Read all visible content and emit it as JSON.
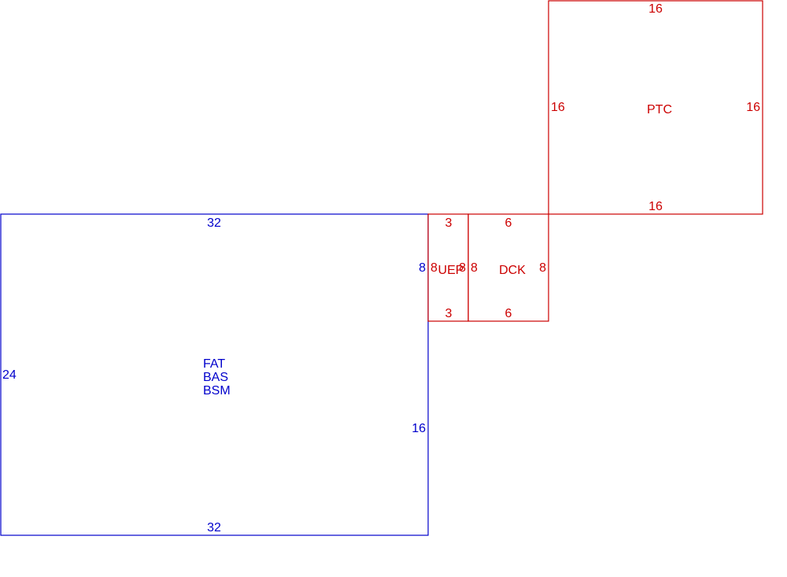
{
  "colors": {
    "blue": "#0000cc",
    "red": "#cc0000"
  },
  "blocks": {
    "main": {
      "color": "blue",
      "labels": [
        "FAT",
        "BAS",
        "BSM"
      ],
      "dims": {
        "top": "32",
        "bottom": "32",
        "left": "24",
        "right_upper": "8",
        "right_lower": "16"
      }
    },
    "uep": {
      "color": "red",
      "label": "UEP",
      "dims": {
        "top": "3",
        "bottom": "3",
        "left": "8",
        "right": "8"
      }
    },
    "dck": {
      "color": "red",
      "label": "DCK",
      "dims": {
        "top": "6",
        "bottom": "6",
        "left": "8",
        "right": "8"
      }
    },
    "ptc": {
      "color": "red",
      "label": "PTC",
      "dims": {
        "top": "16",
        "bottom": "16",
        "left": "16",
        "right": "16"
      }
    }
  }
}
